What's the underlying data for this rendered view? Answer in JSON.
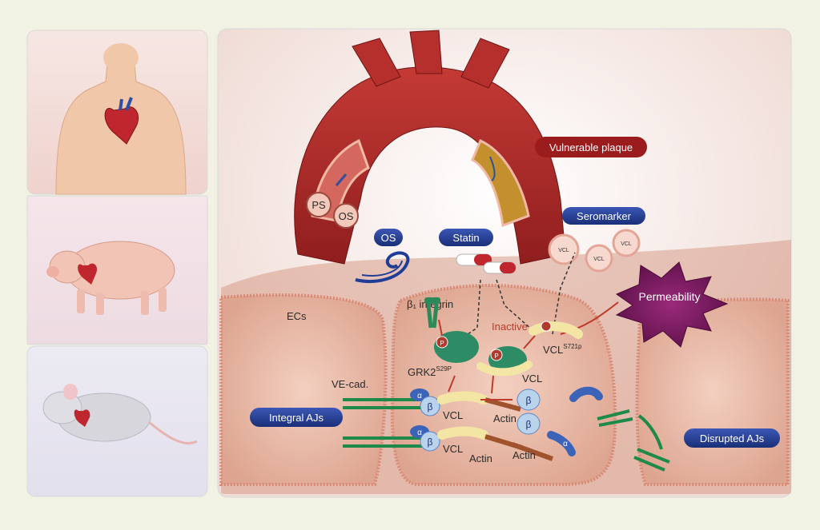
{
  "colors": {
    "frame_bg": "#f1f2e4",
    "panel_border": "#d9d9d9",
    "aorta": "#a52a2a",
    "vulnerable_pill": "#9b1c1c",
    "blue_pill": "#203a8f",
    "permeability": "#6b1353",
    "cell_fill": "#e6b39c",
    "membrane": "#d98a76",
    "integrin_green": "#2c8a58",
    "vcl_yellow": "#f3e6a5",
    "inactive_red": "#c0392b"
  },
  "labels": {
    "vulnerable_plaque": "Vulnerable plaque",
    "seromarker": "Seromarker",
    "statin": "Statin",
    "os_pill": "OS",
    "ps_circle": "PS",
    "os_circle": "OS",
    "permeability": "Permeability",
    "integral_ajs": "Integral AJs",
    "disrupted_ajs": "Disrupted AJs",
    "ecs": "ECs",
    "beta1_integrin": "β₁ integrin",
    "ve_cad": "VE-cad.",
    "inactive": "Inactive",
    "grk2": "GRK2",
    "grk2_site": "S29P",
    "vcl": "VCL",
    "vcl_site": "S721p",
    "actin": "Actin",
    "alpha": "α",
    "beta": "β",
    "phospho": "P",
    "vcl_small": "VCL"
  },
  "icons": {
    "human_panel": "human-torso-heart-icon",
    "pig_panel": "pig-heart-icon",
    "mouse_panel": "mouse-heart-icon",
    "shear_stress": "oscillatory-flow-swirl-icon",
    "statin_pills": "capsule-pills-icon"
  }
}
